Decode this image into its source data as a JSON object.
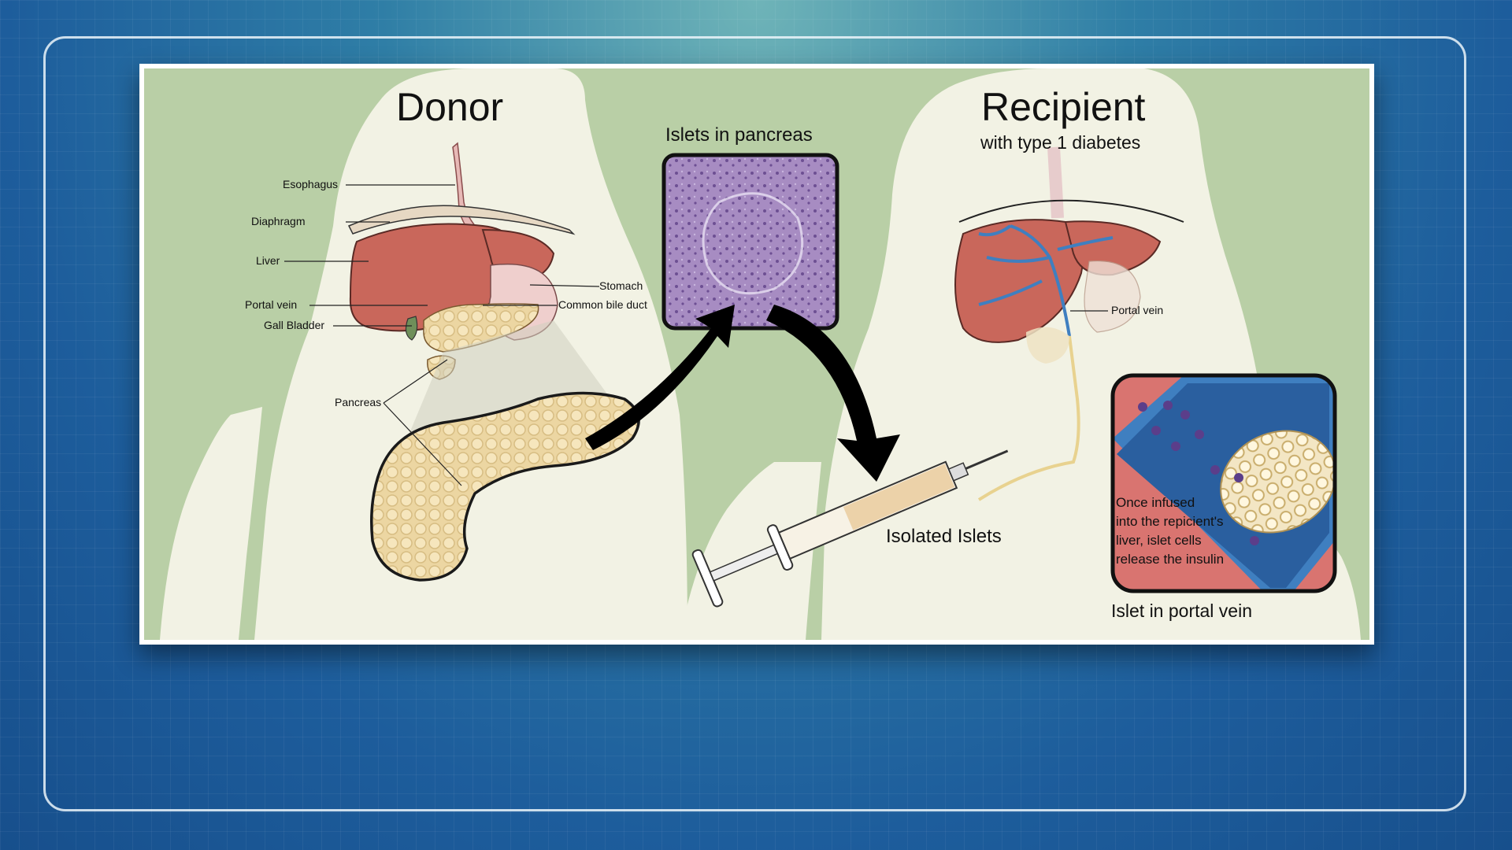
{
  "donor": {
    "title": "Donor",
    "labels": {
      "esophagus": "Esophagus",
      "diaphragm": "Diaphragm",
      "liver": "Liver",
      "portal_vein": "Portal vein",
      "gall_bladder": "Gall Bladder",
      "stomach": "Stomach",
      "common_bile_duct": "Common bile duct",
      "pancreas": "Pancreas"
    }
  },
  "islets_in_pancreas": "Islets in pancreas",
  "isolated_islets": "Isolated Islets",
  "recipient": {
    "title": "Recipient",
    "subtitle": "with type 1 diabetes",
    "portal_vein": "Portal vein",
    "inset_note": [
      "Once infused",
      "into the repicient's",
      "liver, islet cells",
      "release the insulin"
    ],
    "inset_caption": "Islet in portal vein"
  },
  "colors": {
    "panel_bg": "#f2f2e4",
    "body_shade": "#b9cfa6",
    "liver": "#c9675b",
    "pancreas": "#ecd6a2",
    "tissue": "#a98fc4",
    "vein": "#3f7fc0",
    "vessel_wall": "#d97470"
  }
}
